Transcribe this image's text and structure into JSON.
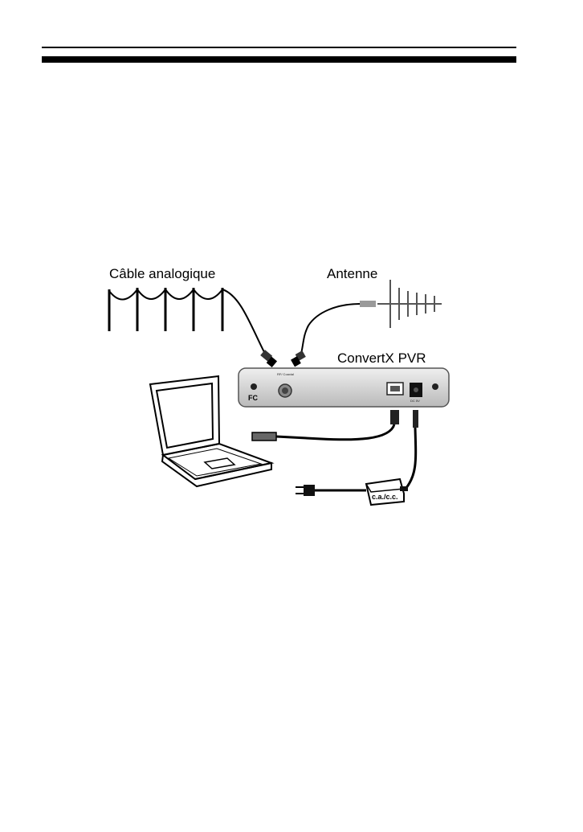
{
  "diagram": {
    "label_cable": "Câble analogique",
    "label_antenna": "Antenne",
    "label_device": "ConvertX PVR",
    "label_adapter": "c.a./c.c.",
    "device_port_rf": "RF/ Coaxial",
    "device_port_dc": "DC 5V",
    "device_fc": "FC",
    "colors": {
      "ink": "#000000",
      "device_body": "#d6d6d6",
      "device_outline": "#555555",
      "antenna_connector": "#9a9a9a"
    }
  }
}
